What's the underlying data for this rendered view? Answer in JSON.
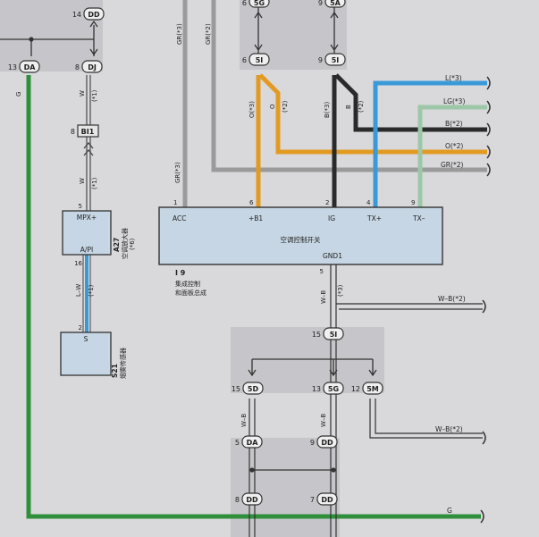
{
  "connectors": {
    "dd14": "DD",
    "pin14": "14",
    "da13": "DA",
    "pin13": "13",
    "dj8": "DJ",
    "pin8": "8",
    "bi1": "BI1",
    "pin8b": "8",
    "pin5mpx": "5",
    "pin16": "16",
    "pin2s": "2",
    "g5_top": "5G",
    "pin6_top": "6",
    "a5_top": "5A",
    "pin9_top": "9",
    "i5_a": "5I",
    "pin6_i": "6",
    "i5_b": "5I",
    "pin9_i": "9",
    "i5_gnd": "5I",
    "pin15_i": "15",
    "d5": "5D",
    "pin15_d": "15",
    "g5": "5G",
    "pin13_g": "13",
    "m5": "5M",
    "pin12_m": "12",
    "da5": "DA",
    "pin5_da": "5",
    "dd9": "DD",
    "pin9_dd": "9",
    "dd8": "DD",
    "pin8_dd": "8",
    "dd7": "DD",
    "pin7_dd": "7"
  },
  "wires": {
    "w1": "W",
    "w1n": "(*1)",
    "w2": "W",
    "w2n": "(*1)",
    "g_left": "G",
    "gr3_v": "GR(*3)",
    "gr2_v": "GR(*2)",
    "gr3_low": "GR(*3)",
    "o3": "O(*3)",
    "o": "O",
    "o2": "(*2)",
    "b3": "B(*3)",
    "b": "B",
    "b2": "(*2)",
    "l3": "L(*3)",
    "lg3": "LG(*3)",
    "b2r": "B(*2)",
    "o2r": "O(*2)",
    "gr2r": "GR(*2)",
    "lw": "L–W",
    "lwn": "(*1)",
    "wb": "W–B",
    "wbn": "(*3)",
    "wb2_top": "W–B(*2)",
    "wb_l": "W–B",
    "wb_m": "W–B",
    "wb2_low": "W–B(*2)",
    "g_bottom": "G"
  },
  "mpx": {
    "top_pin": "MPX+",
    "bottom_pin": "A/PI",
    "code": "A27",
    "name": "空调放大器",
    "note": "(*6)"
  },
  "sensor": {
    "pin": "S",
    "code": "S21",
    "name": "烟雾传感器"
  },
  "switch": {
    "pins": {
      "acc": "ACC",
      "b1": "+B1",
      "ig": "IG",
      "txp": "TX+",
      "txm": "TX–",
      "gnd": "GND1"
    },
    "nums": {
      "acc": "1",
      "b1": "6",
      "ig": "2",
      "txp": "4",
      "txm": "9",
      "gnd": "5"
    },
    "label": "空调控制开关",
    "code": "I 9",
    "name1": "集成控制",
    "name2": "和面板总成"
  },
  "colors": {
    "green": "#2f8f3a",
    "gray": "#9a9a9a",
    "orange": "#e39a22",
    "black": "#2a2a2a",
    "blue": "#3a9ad8",
    "lightgreen": "#9cc8a8",
    "box": "#c7d6e4",
    "shade": "#c4c4c8"
  }
}
